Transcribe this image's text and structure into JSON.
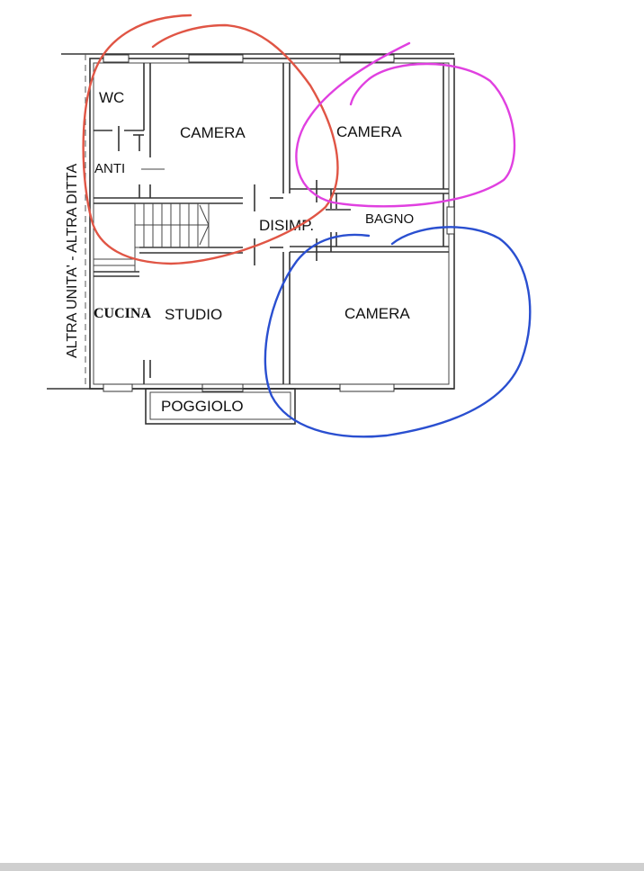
{
  "plan": {
    "rooms": {
      "wc": "WC",
      "anti": "ANTI",
      "camera_1": "CAMERA",
      "camera_2": "CAMERA",
      "disimp": "DISIMP.",
      "bagno": "BAGNO",
      "cucina": "CUCINA",
      "studio": "STUDIO",
      "camera_3": "CAMERA",
      "poggiolo": "POGGIOLO"
    },
    "side_label": "ALTRA UNITA' - ALTRA DITTA"
  },
  "annotations": {
    "red_circle": "#e05545",
    "magenta_circle": "#e040e0",
    "blue_circle": "#2a4fd0"
  }
}
